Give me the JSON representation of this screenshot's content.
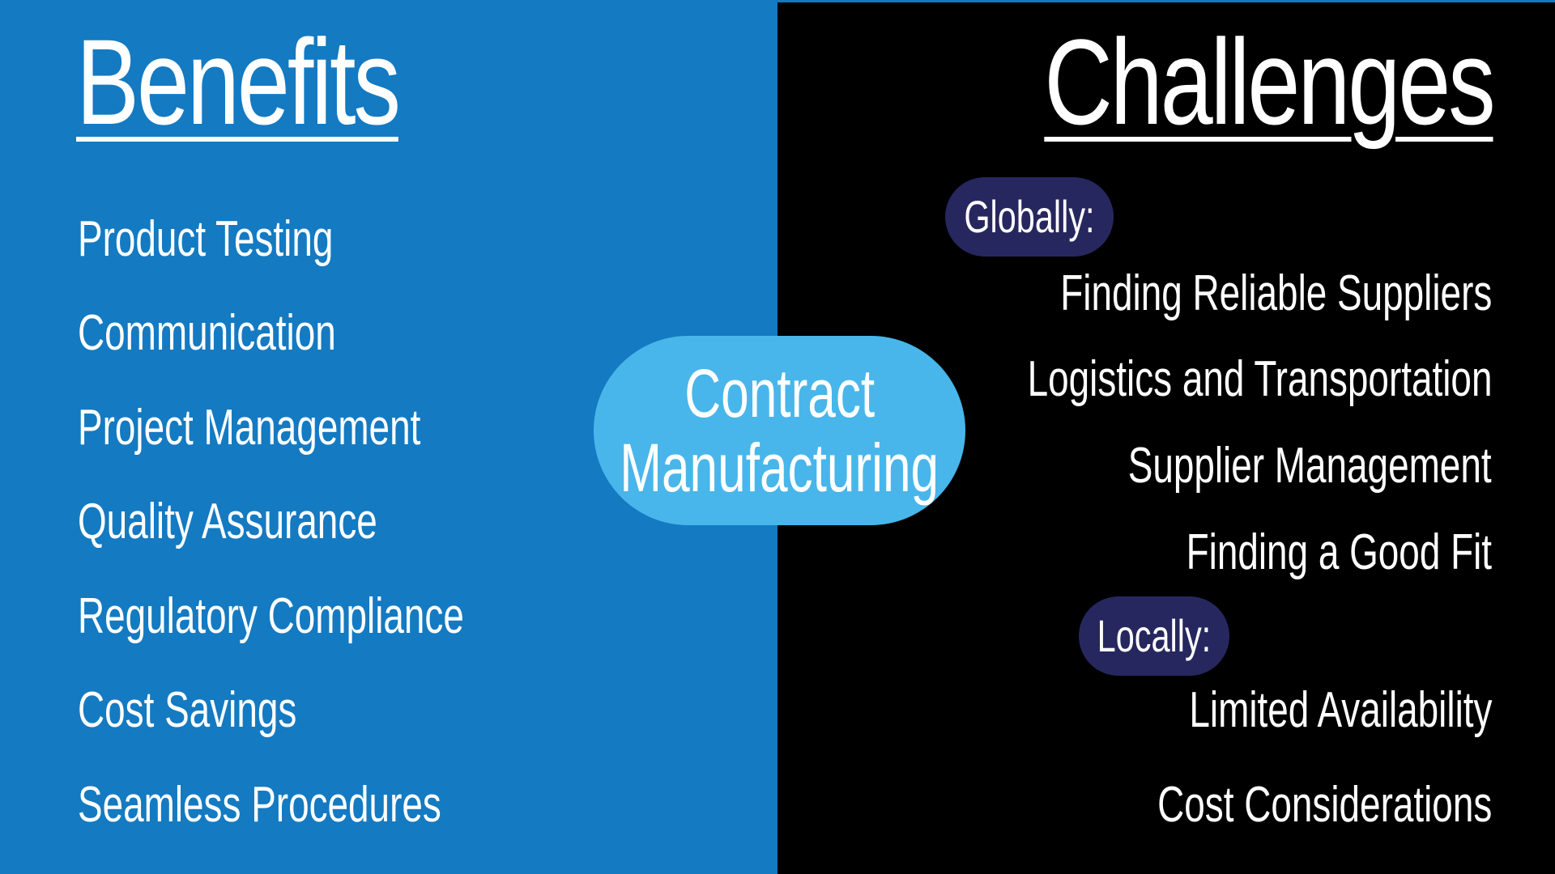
{
  "benefits": {
    "heading": "Benefits",
    "items": [
      "Product Testing",
      "Communication",
      "Project Management",
      "Quality Assurance",
      "Regulatory Compliance",
      "Cost Savings",
      "Seamless Procedures"
    ]
  },
  "center": {
    "line1": "Contract",
    "line2": "Manufacturing"
  },
  "challenges": {
    "heading": "Challenges",
    "globally_label": "Globally:",
    "global_items": [
      "Finding Reliable Suppliers",
      "Logistics and Transportation",
      "Supplier Management",
      "Finding a Good Fit"
    ],
    "locally_label": "Locally:",
    "local_items": [
      "Limited Availability",
      "Cost Considerations"
    ]
  },
  "colors": {
    "left_panel": "#147ac2",
    "right_panel": "#000000",
    "center_pill": "#48b6ea",
    "label_pill": "#27275f",
    "text": "#ffffff"
  }
}
